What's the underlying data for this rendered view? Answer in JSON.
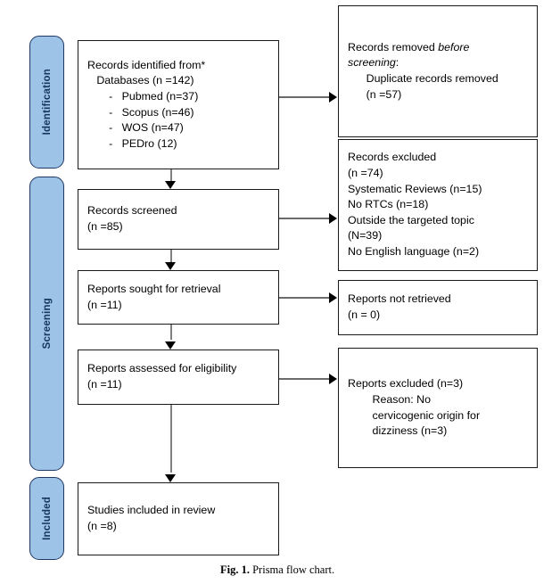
{
  "figure": {
    "caption_label": "Fig. 1.",
    "caption_text": "Prisma flow chart.",
    "accent_blue": "#9dc3e6",
    "accent_border": "#1f3864",
    "box_border": "#1a1a1a",
    "connector_gray": "#808080"
  },
  "stages": [
    {
      "id": "identification",
      "label": "Identification"
    },
    {
      "id": "screening",
      "label": "Screening"
    },
    {
      "id": "included",
      "label": "Included"
    }
  ],
  "left_boxes": [
    {
      "id": "records-identified",
      "text": "Records identified from*\n   Databases (n =142)\n       -   Pubmed (n=37)\n       -   Scopus (n=46)\n       -   WOS (n=47)\n       -   PEDro (12)"
    },
    {
      "id": "records-screened",
      "text": "Records screened\n(n =85)"
    },
    {
      "id": "reports-sought",
      "text": "Reports sought for retrieval\n(n =11)"
    },
    {
      "id": "reports-assessed",
      "text": "Reports assessed for eligibility\n(n =11)"
    },
    {
      "id": "studies-included",
      "text": "Studies included in review\n(n =8)"
    }
  ],
  "right_boxes": [
    {
      "id": "records-removed",
      "line1_pre": "Records removed ",
      "line1_italic": "before",
      "line2_italic": "screening",
      "line2_post": ":",
      "rest": "\n      Duplicate records removed\n      (n =57)"
    },
    {
      "id": "records-excluded",
      "text": "Records excluded\n(n =74)\nSystematic Reviews (n=15)\nNo RTCs (n=18)\nOutside the targeted topic\n(N=39)\nNo English language (n=2)"
    },
    {
      "id": "reports-not-retrieved",
      "text": "Reports not retrieved\n(n = 0)"
    },
    {
      "id": "reports-excluded",
      "text": "Reports excluded (n=3)\n        Reason: No\n        cervicogenic origin for\n        dizziness (n=3)"
    }
  ]
}
